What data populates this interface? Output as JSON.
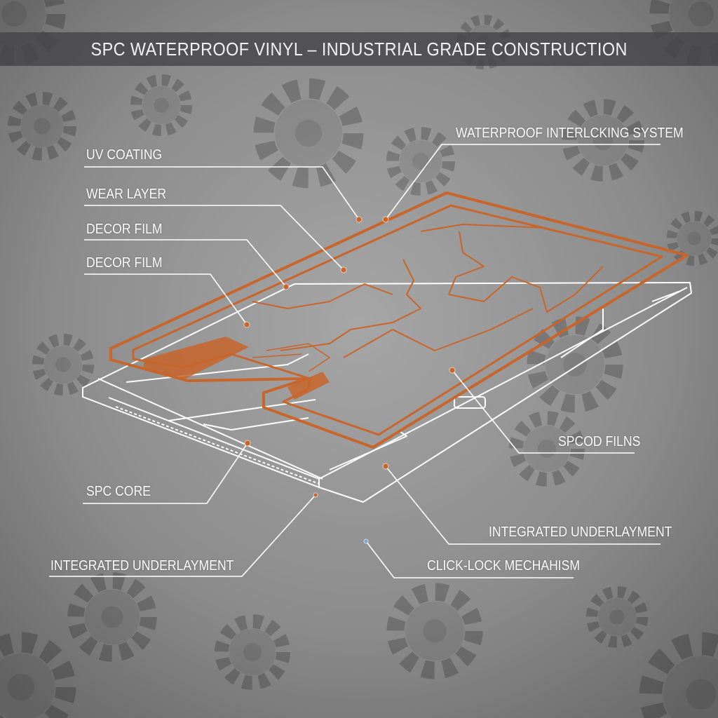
{
  "title": "SPC WATERPROOF VINYL – INDUSTRIAL GRADE CONSTRUCTION",
  "labels": {
    "uv_coating": "UV COATING",
    "wear_layer": "WEAR LAYER",
    "decor_film_1": "DECOR FILM",
    "decor_film_2": "DECOR FILM",
    "interlocking": "WATERPROOF INTERLCKING SYSTEM",
    "spcod_films": "SPCOD FILNS",
    "spc_core": "SPC CORE",
    "underlayment_right": "INTEGRATED UNDERLAYMENT",
    "underlayment_left": "INTEGRATED UNDERLAYMENT",
    "click_lock": "CLICK-LOCK MECHAHISM"
  },
  "colors": {
    "accent": "#c8652a",
    "line": "#ffffff",
    "background": "#8e8e8e",
    "title_bar": "#474749"
  }
}
